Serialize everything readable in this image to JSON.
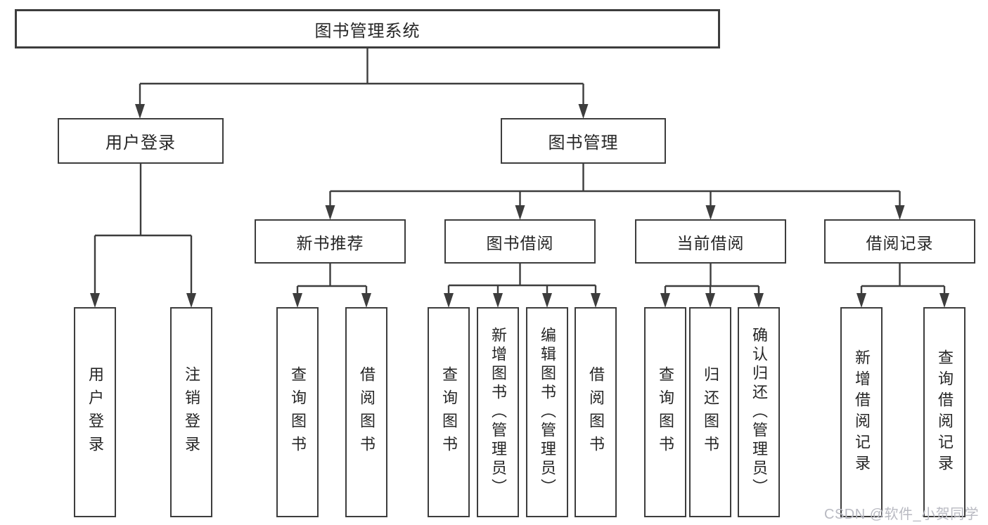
{
  "diagram": {
    "root": {
      "label": "图书管理系统"
    },
    "level2": [
      {
        "label": "用户登录"
      },
      {
        "label": "图书管理"
      }
    ],
    "level3": [
      {
        "label": "新书推荐"
      },
      {
        "label": "图书借阅"
      },
      {
        "label": "当前借阅"
      },
      {
        "label": "借阅记录"
      }
    ],
    "leaves": [
      {
        "label": "用户登录"
      },
      {
        "label": "注销登录"
      },
      {
        "label": "查询图书"
      },
      {
        "label": "借阅图书"
      },
      {
        "label": "查询图书"
      },
      {
        "label": "新增图书（管理员）"
      },
      {
        "label": "编辑图书（管理员）"
      },
      {
        "label": "借阅图书"
      },
      {
        "label": "查询图书"
      },
      {
        "label": "归还图书"
      },
      {
        "label": "确认归还（管理员）"
      },
      {
        "label": "新增借阅记录"
      },
      {
        "label": "查询借阅记录"
      }
    ]
  },
  "watermark": {
    "text": "CSDN @软件_小贺同学"
  },
  "colors": {
    "line": "#3d3d3d",
    "text": "#262626",
    "watermark": "#b9bac2",
    "background": "#ffffff"
  }
}
